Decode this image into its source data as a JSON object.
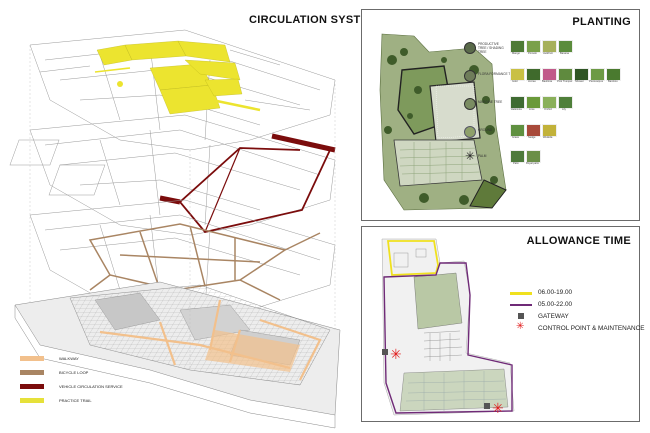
{
  "circulation": {
    "title": "CIRCULATION SYSTEM",
    "legend": [
      {
        "label": "WALKWAY",
        "color": "#f2c08c"
      },
      {
        "label": "BICYCLE LOOP",
        "color": "#a98563"
      },
      {
        "label": "VEHICLE CIRCULATION SERVICE",
        "color": "#7b0c0c"
      },
      {
        "label": "PRACTICE TRAIL",
        "color": "#e6e13a"
      }
    ]
  },
  "planting": {
    "title": "PLANTING",
    "categories": [
      {
        "label": "PRODUCTIVE TREE / SHADING TREE",
        "icon": "productive-tree-icon",
        "photos": [
          "Mango",
          "Pomelo",
          "Jackfruit",
          "Banana"
        ]
      },
      {
        "label": "FLORA FORMANCE TREE",
        "icon": "flora-tree-icon",
        "photos": [
          "Gold",
          "Hi-tree",
          "Bauhinia",
          "Pink Trumpet",
          "Shower",
          "Pterocarpus",
          "Bamboo"
        ]
      },
      {
        "label": "MARGINE TREE",
        "icon": "margine-tree-icon",
        "photos": [
          "Heliconia",
          "Lime",
          "Orchid",
          "Lily"
        ]
      },
      {
        "label": "GROUND",
        "icon": "ground-icon",
        "photos": [
          "Grass",
          "Sedge",
          "Wedelia"
        ]
      },
      {
        "label": "PALM",
        "icon": "palm-icon",
        "photos": [
          "Palm",
          "Royal palm"
        ]
      }
    ]
  },
  "allowance": {
    "title": "ALLOWANCE TIME",
    "legend": [
      {
        "label": "06.00-19.00",
        "color": "#f0e11e"
      },
      {
        "label": "05.00-22.00",
        "color": "#6f2a77"
      },
      {
        "label": "GATEWAY",
        "color": "#555555"
      },
      {
        "label": "CONTROL POINT & MAINTENANCE",
        "color": "#e11b1b"
      }
    ]
  }
}
